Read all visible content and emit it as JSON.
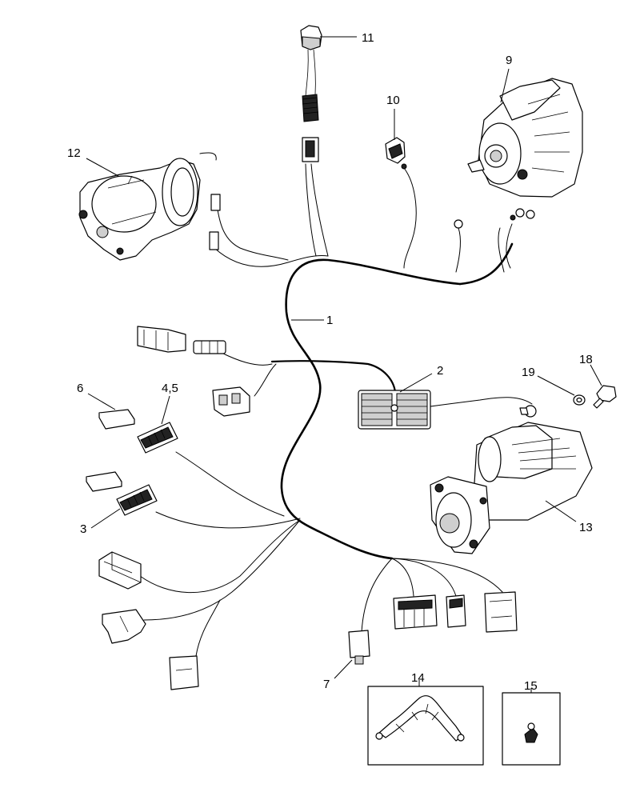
{
  "callouts": [
    {
      "id": "1",
      "text": "1"
    },
    {
      "id": "2",
      "text": "2"
    },
    {
      "id": "3",
      "text": "3"
    },
    {
      "id": "4-5",
      "text": "4,5"
    },
    {
      "id": "6",
      "text": "6"
    },
    {
      "id": "7",
      "text": "7"
    },
    {
      "id": "9",
      "text": "9"
    },
    {
      "id": "10",
      "text": "10"
    },
    {
      "id": "11",
      "text": "11"
    },
    {
      "id": "12",
      "text": "12"
    },
    {
      "id": "13",
      "text": "13"
    },
    {
      "id": "14",
      "text": "14"
    },
    {
      "id": "15",
      "text": "15"
    },
    {
      "id": "18",
      "text": "18"
    },
    {
      "id": "19",
      "text": "19"
    }
  ]
}
